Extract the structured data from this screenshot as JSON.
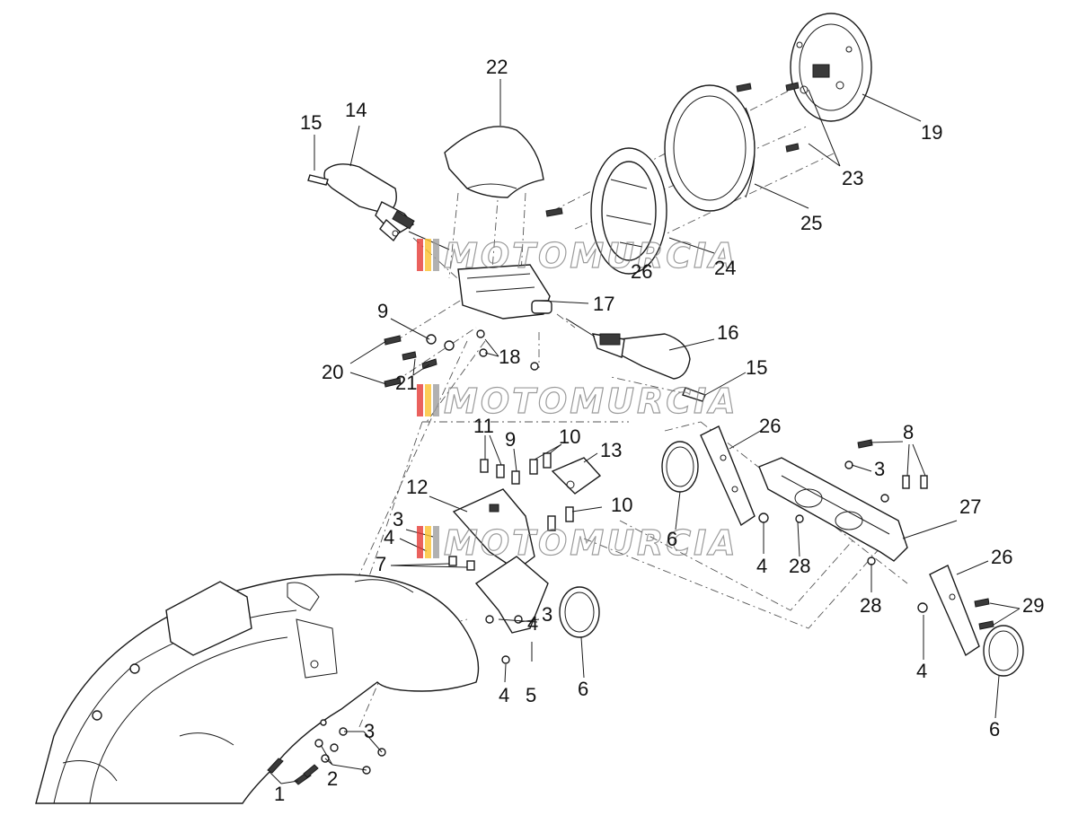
{
  "watermark": {
    "text": "MOTOMURCIA",
    "stripe_colors": [
      "#e53935",
      "#fbc02d",
      "#9e9e9e"
    ]
  },
  "callouts": [
    {
      "id": "c22",
      "label": "22"
    },
    {
      "id": "c15a",
      "label": "15"
    },
    {
      "id": "c14",
      "label": "14"
    },
    {
      "id": "c19",
      "label": "19"
    },
    {
      "id": "c23",
      "label": "23"
    },
    {
      "id": "c25",
      "label": "25"
    },
    {
      "id": "c24",
      "label": "24"
    },
    {
      "id": "c26a",
      "label": "26"
    },
    {
      "id": "c17",
      "label": "17"
    },
    {
      "id": "c9a",
      "label": "9"
    },
    {
      "id": "c16",
      "label": "16"
    },
    {
      "id": "c20",
      "label": "20"
    },
    {
      "id": "c18",
      "label": "18"
    },
    {
      "id": "c15b",
      "label": "15"
    },
    {
      "id": "c21",
      "label": "21"
    },
    {
      "id": "c11",
      "label": "11"
    },
    {
      "id": "c9b",
      "label": "9"
    },
    {
      "id": "c10a",
      "label": "10"
    },
    {
      "id": "c13",
      "label": "13"
    },
    {
      "id": "c26b",
      "label": "26"
    },
    {
      "id": "c8",
      "label": "8"
    },
    {
      "id": "c12",
      "label": "12"
    },
    {
      "id": "c3a",
      "label": "3"
    },
    {
      "id": "c10b",
      "label": "10"
    },
    {
      "id": "c3b",
      "label": "3"
    },
    {
      "id": "c4a",
      "label": "4"
    },
    {
      "id": "c6a",
      "label": "6"
    },
    {
      "id": "c27",
      "label": "27"
    },
    {
      "id": "c7",
      "label": "7"
    },
    {
      "id": "c4b",
      "label": "4"
    },
    {
      "id": "c28a",
      "label": "28"
    },
    {
      "id": "c26c",
      "label": "26"
    },
    {
      "id": "c3c",
      "label": "3"
    },
    {
      "id": "c4c",
      "label": "4"
    },
    {
      "id": "c28b",
      "label": "28"
    },
    {
      "id": "c29",
      "label": "29"
    },
    {
      "id": "c4d",
      "label": "4"
    },
    {
      "id": "c5",
      "label": "5"
    },
    {
      "id": "c6b",
      "label": "6"
    },
    {
      "id": "c4e",
      "label": "4"
    },
    {
      "id": "c3d",
      "label": "3"
    },
    {
      "id": "c6c",
      "label": "6"
    },
    {
      "id": "c2",
      "label": "2"
    },
    {
      "id": "c1",
      "label": "1"
    }
  ]
}
